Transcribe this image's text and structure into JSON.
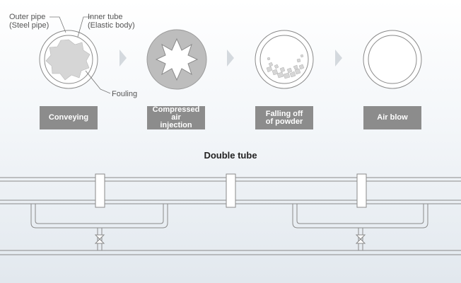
{
  "labels": {
    "outer_pipe": "Outer pipe",
    "outer_pipe_sub": "(Steel pipe)",
    "inner_tube": "Inner tube",
    "inner_tube_sub": "(Elastic body)",
    "fouling": "Fouling"
  },
  "steps": [
    {
      "line1": "Conveying",
      "line2": ""
    },
    {
      "line1": "Compressed air",
      "line2": "injection"
    },
    {
      "line1": "Falling off",
      "line2": "of powder"
    },
    {
      "line1": "Air blow",
      "line2": ""
    }
  ],
  "title": "Double tube",
  "colors": {
    "step_button": "#8c8c8c",
    "arrow": "#d4d9de",
    "pipe_stroke": "#8a8a8a",
    "fouling": "#d6d6d6",
    "compressed_disc": "#bdbdbd"
  }
}
